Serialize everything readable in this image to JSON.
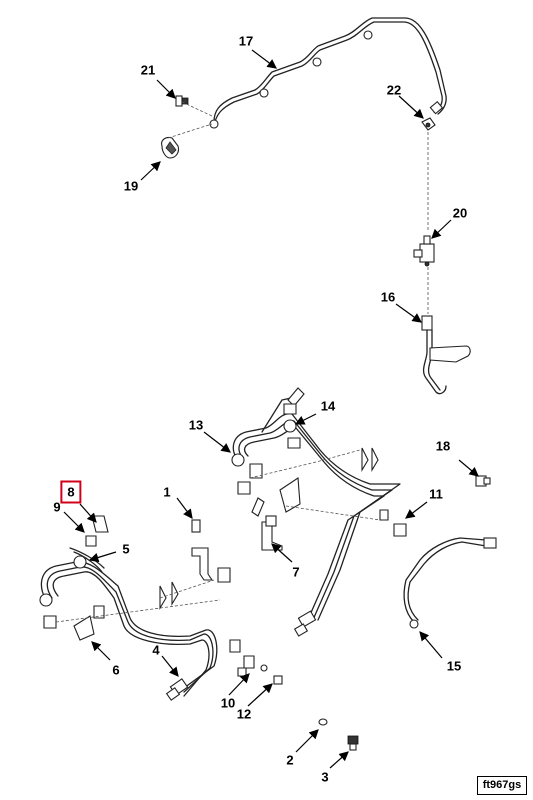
{
  "diagram": {
    "figure_id": "ft967gs",
    "selected_callout": "8",
    "callouts": {
      "c1": "1",
      "c2": "2",
      "c3": "3",
      "c4": "4",
      "c5": "5",
      "c6": "6",
      "c7": "7",
      "c8": "8",
      "c9": "9",
      "c10": "10",
      "c11": "11",
      "c12": "12",
      "c13": "13",
      "c14": "14",
      "c15": "15",
      "c16": "16",
      "c17": "17",
      "c18": "18",
      "c19": "19",
      "c20": "20",
      "c21": "21",
      "c22": "22"
    }
  },
  "colors": {
    "highlight_border": "#d0021b",
    "line": "#222222",
    "background": "#ffffff"
  }
}
